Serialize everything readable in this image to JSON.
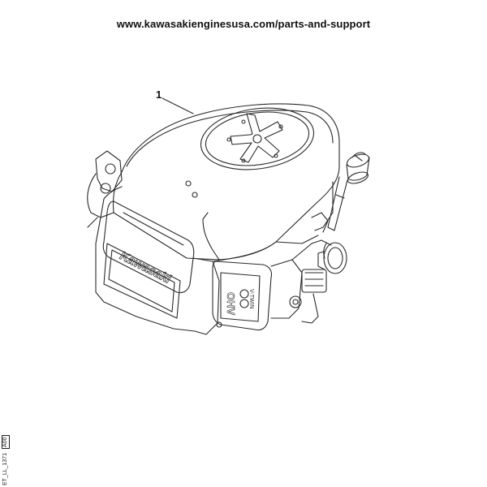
{
  "header": {
    "url": "www.kawasakienginesusa.com/parts-and-support"
  },
  "callouts": [
    {
      "number": "1"
    }
  ],
  "engine": {
    "brand_text": "Kawasaki",
    "badge_main": "OHV",
    "badge_sub": "V-TWIN"
  },
  "figure_code": {
    "code": "ET_LL_1371",
    "box": "A00"
  },
  "colors": {
    "line": "#2a2a2a",
    "background": "#ffffff"
  },
  "icons": [
    "fan-star-icon",
    "oil-cap-icon",
    "knob-icon"
  ]
}
